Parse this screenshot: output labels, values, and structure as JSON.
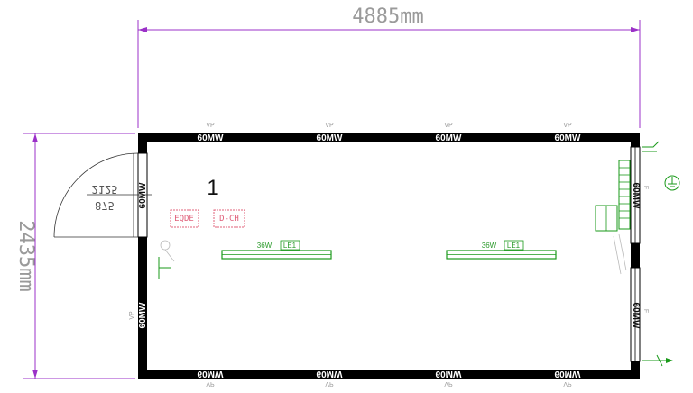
{
  "dimensions": {
    "width_label": "4885mm",
    "height_label": "2435mm"
  },
  "room": {
    "number": "1"
  },
  "windows": {
    "top": [
      "60MW",
      "60MW",
      "60MW",
      "60MW"
    ],
    "bottom": [
      "60MW",
      "60MW",
      "60MW",
      "60MW"
    ],
    "left": [
      "60MW",
      "60MW"
    ],
    "right": [
      "60MW",
      "60MW"
    ],
    "vp_marker": "VP"
  },
  "door": {
    "text_line1": "2125",
    "text_line2": "875"
  },
  "tags": {
    "left": "EQDE",
    "right": "D-CH"
  },
  "lamps": [
    {
      "wattage": "36W",
      "code": "LE1"
    },
    {
      "wattage": "36W",
      "code": "LE1"
    }
  ],
  "right_wall_marker": "F",
  "colors": {
    "dimension": "#9b30c8",
    "wall": "#000000",
    "lamp": "#1a9a1a",
    "tag": "#e0607a",
    "text_grey": "#9a9a9a"
  }
}
